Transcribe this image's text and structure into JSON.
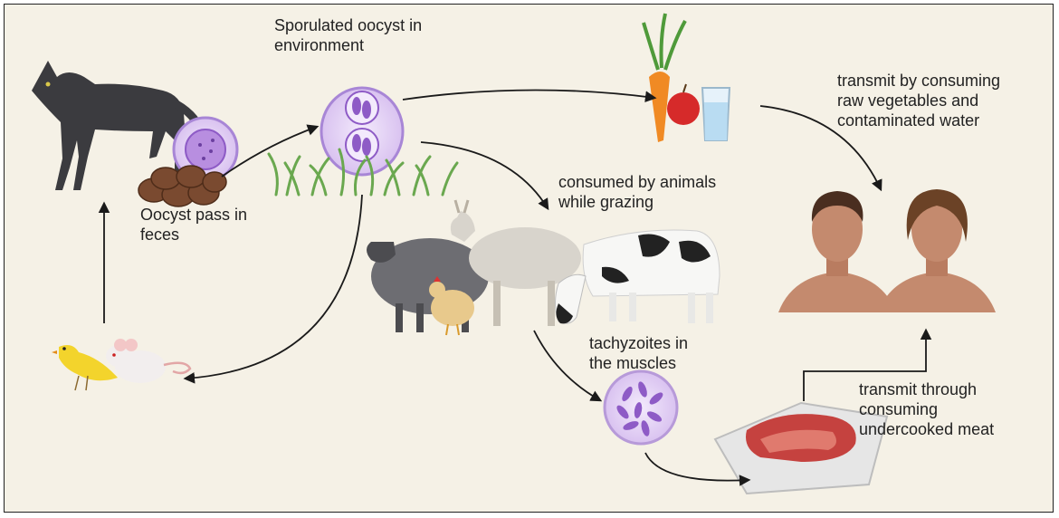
{
  "labels": {
    "sporulated_oocyst": [
      "Sporulated oocyst in",
      "environment"
    ],
    "oocyst_pass": [
      "Oocyst pass in",
      "feces"
    ],
    "consumed_by_animals": [
      "consumed by animals",
      "while grazing"
    ],
    "transmit_vegetables": [
      "transmit by consuming",
      "raw vegetables and",
      "contaminated water"
    ],
    "tachyzoites": [
      "tachyzoites in",
      "the muscles"
    ],
    "transmit_meat": [
      "transmit through",
      "consuming",
      "undercooked meat"
    ]
  },
  "icons": [
    "cat-icon",
    "feces-icon",
    "oocyst-icon",
    "sporulated-oocyst-icon",
    "grass-icon",
    "carrot-icon",
    "apple-icon",
    "water-glass-icon",
    "humans-icon",
    "sheep-icon",
    "goat-icon",
    "cow-icon",
    "chicken-icon",
    "bird-icon",
    "mouse-icon",
    "tachyzoite-cyst-icon",
    "meat-tray-icon"
  ],
  "colors": {
    "background": "#f5f1e6",
    "arrow": "#1a1a1a",
    "oocyst": "#8e5bc6"
  }
}
